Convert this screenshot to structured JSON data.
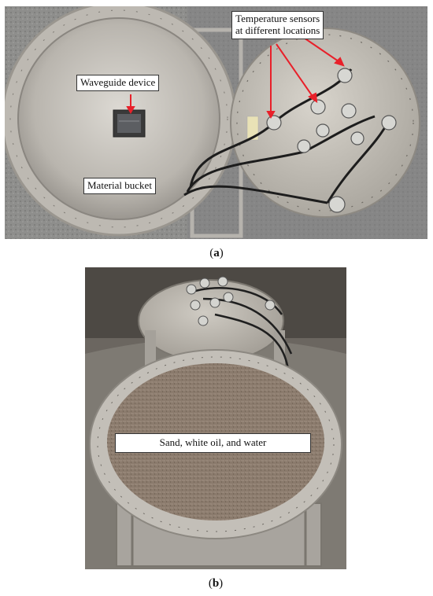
{
  "panel_a": {
    "caption_letter": "a",
    "labels": {
      "waveguide": "Waveguide device",
      "material_bucket": "Material bucket",
      "sensors_line1": "Temperature sensors",
      "sensors_line2": "at different locations"
    }
  },
  "panel_b": {
    "caption_letter": "b",
    "labels": {
      "contents": "Sand, white oil, and water"
    }
  },
  "colors": {
    "arrow": "#e8202a",
    "metal": "#c9c6c0",
    "sand": "#8b7b6d"
  }
}
